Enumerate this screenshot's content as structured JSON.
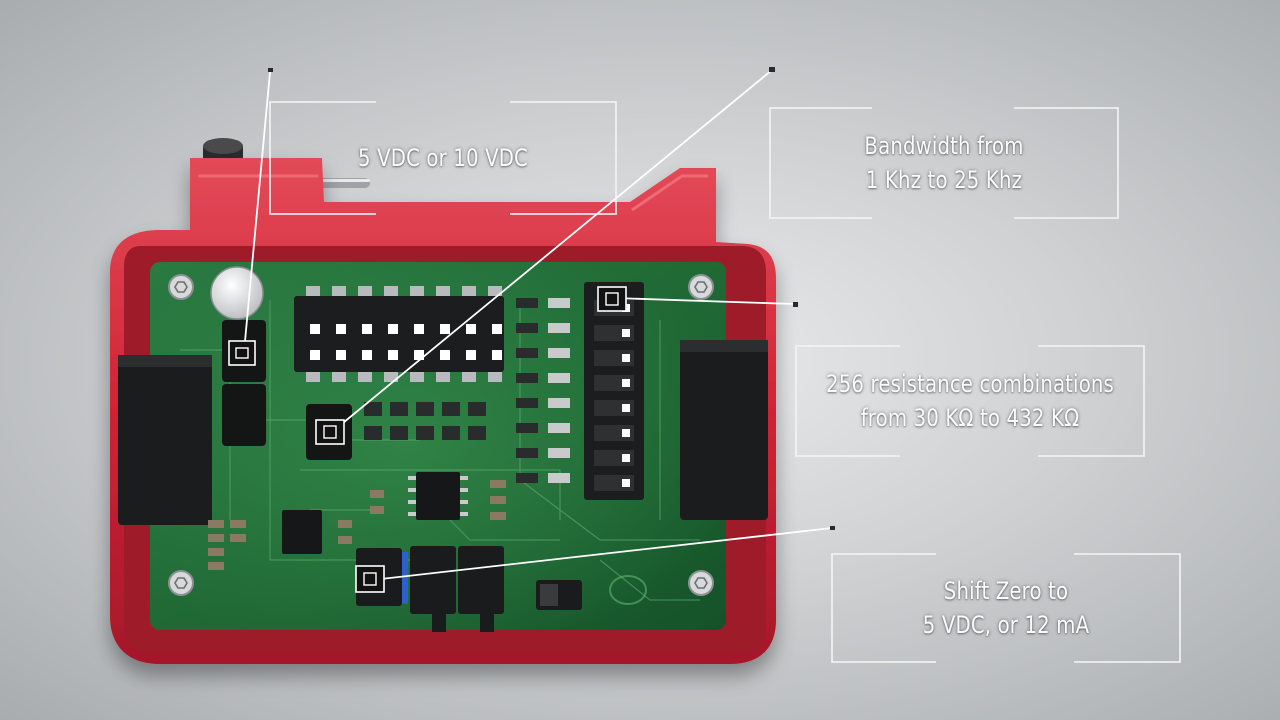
{
  "image": {
    "subject": "red-device",
    "colors": {
      "background": "#cfd1d3",
      "housing_red": "#d42a3a",
      "pcb_green": "#1f6b35",
      "callout_white": "#ffffff"
    }
  },
  "callouts": {
    "excitation": {
      "text": "5 VDC  or 10 VDC"
    },
    "bandwidth": {
      "line1": "Bandwidth from",
      "line2": "1 Khz to 25 Khz"
    },
    "resistance": {
      "line1": "256 resistance combinations",
      "line2": "from 30 KΩ to 432 KΩ"
    },
    "shift_zero": {
      "line1": "Shift Zero to",
      "line2": "5 VDC, or 12 mA"
    }
  }
}
